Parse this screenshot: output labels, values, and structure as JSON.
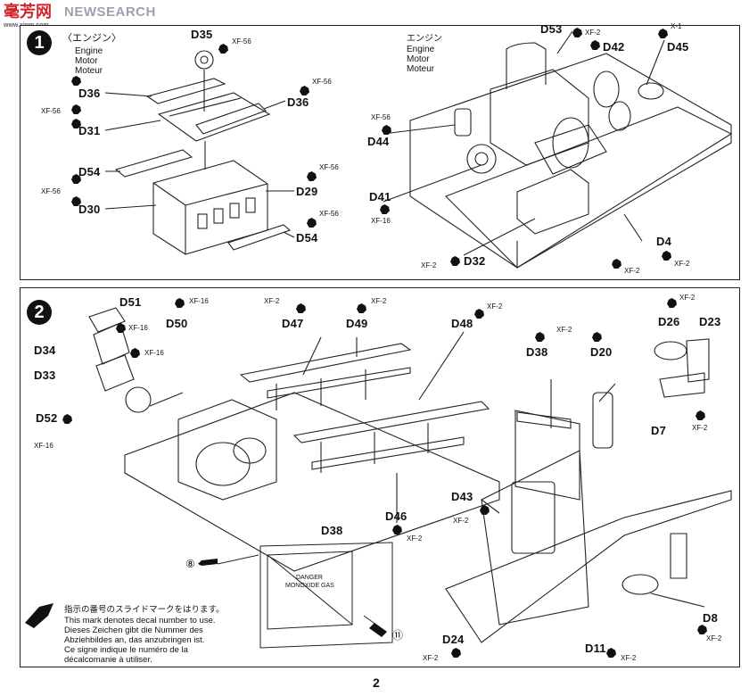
{
  "watermark": {
    "brand": "NEWSEARCH",
    "cn": "毫芳网",
    "url": "www.xinm.com"
  },
  "step1": {
    "number": "1",
    "title_jp": "〈エンジン〉",
    "title_lines": [
      "Engine",
      "Motor",
      "Moteur"
    ],
    "right_title_jp": "エンジン",
    "right_title_lines": [
      "Engine",
      "Motor",
      "Moteur"
    ],
    "labels": {
      "d35": "D35",
      "d36a": "D36",
      "d31": "D31",
      "d36b": "D36",
      "d54a": "D54",
      "d29": "D29",
      "d30": "D30",
      "d54b": "D54",
      "d53": "D53",
      "d42": "D42",
      "d45": "D45",
      "d44": "D44",
      "d41": "D41",
      "d32": "D32",
      "d4": "D4"
    },
    "paints": {
      "p_d35": "XF-56",
      "p_d36a": "XF-56",
      "p_d36b": "XF-56",
      "p_d29": "XF-56",
      "p_d30": "XF-56",
      "p_d54b": "XF-56",
      "p_d53": "XF-2",
      "p_d45": "X-1",
      "p_d44": "XF-56",
      "p_d41": "XF-16",
      "p_d32": "XF-2",
      "p_bot": "XF-2",
      "p_d4": "XF-2"
    }
  },
  "step2": {
    "number": "2",
    "labels": {
      "d51": "D51",
      "d50": "D50",
      "d34": "D34",
      "d33": "D33",
      "d52": "D52",
      "d47": "D47",
      "d49": "D49",
      "d48": "D48",
      "d38a": "D38",
      "d20": "D20",
      "d26": "D26",
      "d23": "D23",
      "d7": "D7",
      "d43": "D43",
      "d46": "D46",
      "d38b": "D38",
      "d24": "D24",
      "d11": "D11",
      "d8": "D8"
    },
    "paints": {
      "p_d51": "XF-16",
      "p_d50": "XF-16",
      "p_d34": "XF-16",
      "p_d52": "XF-16",
      "p_d47": "XF-2",
      "p_d49": "XF-2",
      "p_d48": "XF-2",
      "p_d38": "XF-2",
      "p_d26": "XF-2",
      "p_d7": "XF-2",
      "p_d43": "XF-2",
      "p_d46": "XF-2",
      "p_d24": "XF-2",
      "p_d11": "XF-2",
      "p_d8": "XF-2"
    },
    "decal_numbers": {
      "a": "⑧",
      "b": "⑪"
    },
    "decal_plate": {
      "line1": "DANGER",
      "line2": "MONOXIDE GAS"
    }
  },
  "decal_instruction": {
    "lines": [
      "指示の番号のスライドマークをはります。",
      "This mark denotes decal number to use.",
      "Dieses Zeichen gibt die Nummer des",
      "Abziehbildes  an, das anzubringen ist.",
      "Ce signe indique le numéro de la",
      "décalcomanie à   utiliser."
    ]
  },
  "page_number": "2"
}
